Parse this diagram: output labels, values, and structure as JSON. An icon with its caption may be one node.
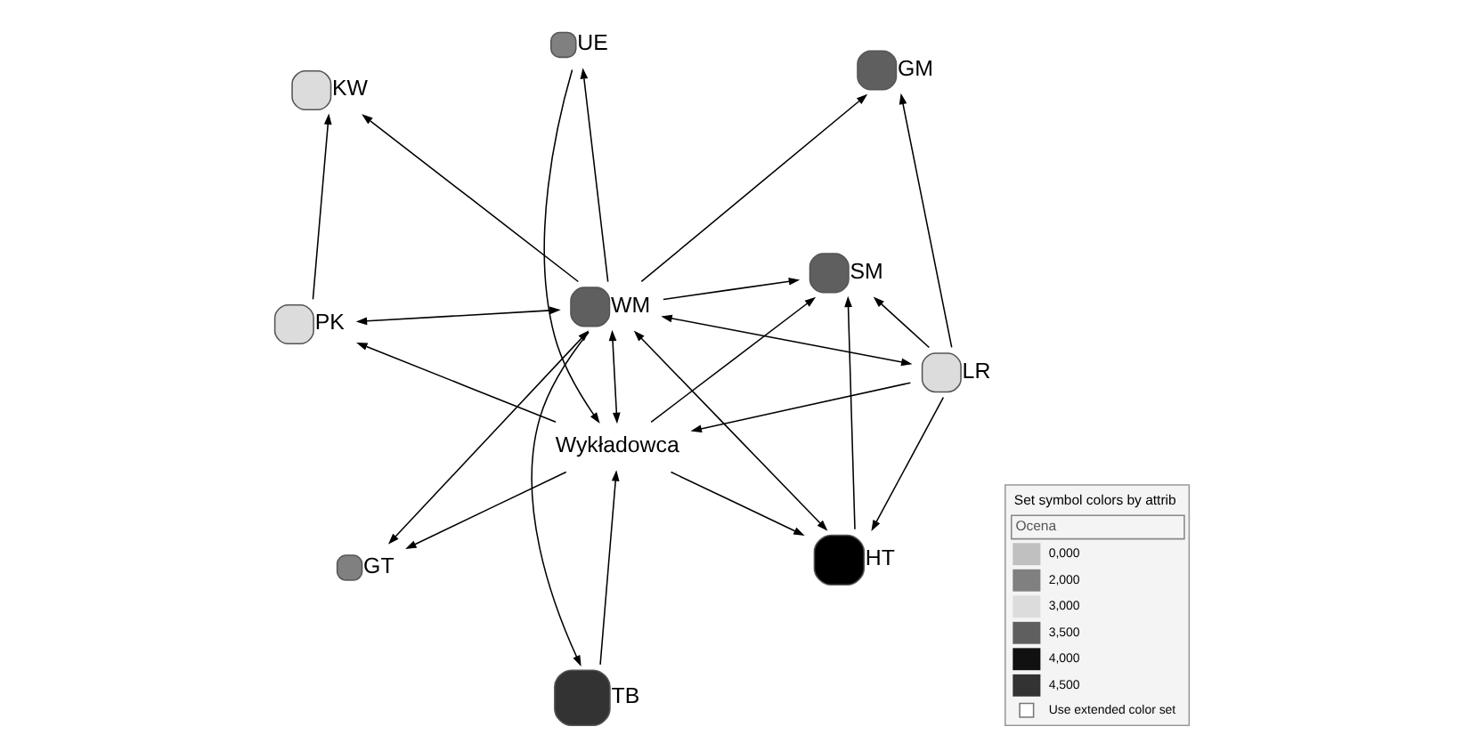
{
  "diagram": {
    "nodes": [
      {
        "text": [
          "KW"
        ]
      },
      {
        "text": [
          "GM"
        ]
      },
      {
        "text": [
          "WM"
        ]
      },
      {
        "text": [
          "SM"
        ]
      },
      {
        "text": [
          "UE"
        ]
      },
      {
        "text": [
          "Wykładowca"
        ]
      },
      {
        "text": [
          "HT"
        ]
      },
      {
        "text": [
          "TB"
        ]
      },
      {
        "text": [
          "GT"
        ]
      },
      {
        "text": [
          "LR"
        ]
      },
      {
        "text": [
          "PK"
        ]
      }
    ],
    "edges": [
      {
        "from": 2,
        "to": 0,
        "arrow": "to"
      },
      {
        "from": 2,
        "to": 1,
        "arrow": "to"
      },
      {
        "from": 2,
        "to": 3,
        "arrow": "to"
      },
      {
        "from": 2,
        "to": 4,
        "arrow": "to"
      },
      {
        "from": 2,
        "to": 7,
        "arrow": "to"
      },
      {
        "from": 2,
        "to": 9,
        "arrow": "both"
      },
      {
        "from": 2,
        "to": 5,
        "arrow": "both"
      },
      {
        "from": 2,
        "to": 6,
        "arrow": "both"
      },
      {
        "from": 2,
        "to": 8,
        "arrow": "both"
      },
      {
        "from": 2,
        "to": 10,
        "arrow": "both"
      },
      {
        "from": 4,
        "to": 5,
        "arrow": "to"
      },
      {
        "from": 7,
        "to": 5,
        "arrow": "to"
      },
      {
        "from": 9,
        "to": 5,
        "arrow": "to"
      },
      {
        "from": 9,
        "to": 1,
        "arrow": "to"
      },
      {
        "from": 9,
        "to": 6,
        "arrow": "to"
      },
      {
        "from": 10,
        "to": 0,
        "arrow": "to"
      },
      {
        "from": 5,
        "to": 10,
        "arrow": "to"
      },
      {
        "from": 5,
        "to": 3,
        "arrow": "to"
      },
      {
        "from": 9,
        "to": 3,
        "arrow": "to"
      },
      {
        "from": 5,
        "to": 6,
        "arrow": "to"
      },
      {
        "from": 5,
        "to": 8,
        "arrow": "to"
      },
      {
        "from": 6,
        "to": 3,
        "arrow": "to"
      }
    ],
    "labels": [
      "Set symbol colors by attrib",
      "Ocena",
      "Use extended color set"
    ],
    "legend": [
      {
        "text": "0,000",
        "color": "#c0c0c0"
      },
      {
        "text": "2,000",
        "color": "#808080"
      },
      {
        "text": "3,000",
        "color": "#dcdcdc"
      },
      {
        "text": "3,500",
        "color": "#5f5f5f"
      },
      {
        "text": "4,000",
        "color": "#111111"
      },
      {
        "text": "4,500",
        "color": "#333333"
      }
    ]
  }
}
